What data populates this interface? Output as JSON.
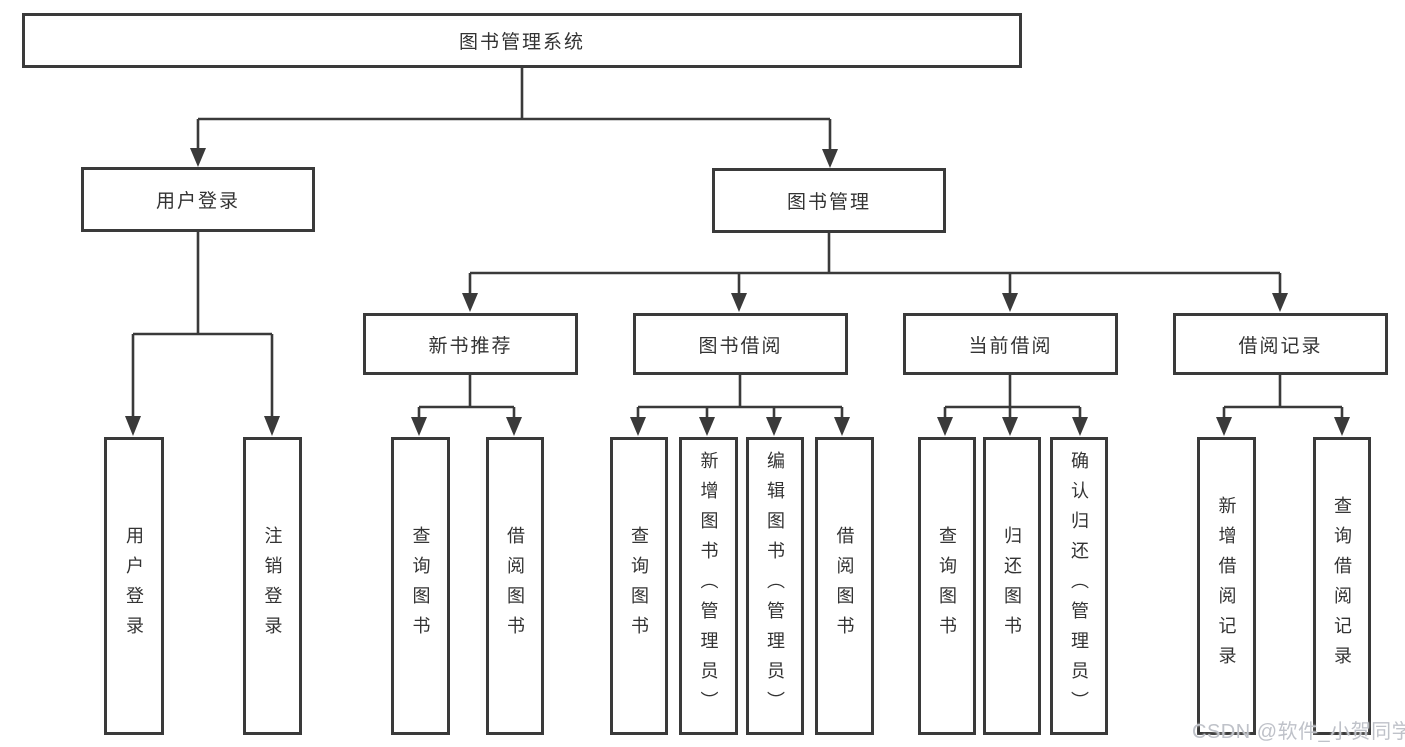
{
  "watermark": "CSDN @软件_小贺同学",
  "colors": {
    "line": "#3a3a3a",
    "text": "#333333",
    "watermark": "#bfc2c9",
    "background": "#ffffff"
  },
  "tree": {
    "type": "hierarchy-tree",
    "root": {
      "label": "图书管理系统",
      "children": [
        {
          "label": "用户登录",
          "children": [
            {
              "label": "用户登录"
            },
            {
              "label": "注销登录"
            }
          ]
        },
        {
          "label": "图书管理",
          "children": [
            {
              "label": "新书推荐",
              "children": [
                {
                  "label": "查询图书"
                },
                {
                  "label": "借阅图书"
                }
              ]
            },
            {
              "label": "图书借阅",
              "children": [
                {
                  "label": "查询图书"
                },
                {
                  "label": "新增图书（管理员）"
                },
                {
                  "label": "编辑图书（管理员）"
                },
                {
                  "label": "借阅图书"
                }
              ]
            },
            {
              "label": "当前借阅",
              "children": [
                {
                  "label": "查询图书"
                },
                {
                  "label": "归还图书"
                },
                {
                  "label": "确认归还（管理员）"
                }
              ]
            },
            {
              "label": "借阅记录",
              "children": [
                {
                  "label": "新增借阅记录"
                },
                {
                  "label": "查询借阅记录"
                }
              ]
            }
          ]
        }
      ]
    }
  }
}
